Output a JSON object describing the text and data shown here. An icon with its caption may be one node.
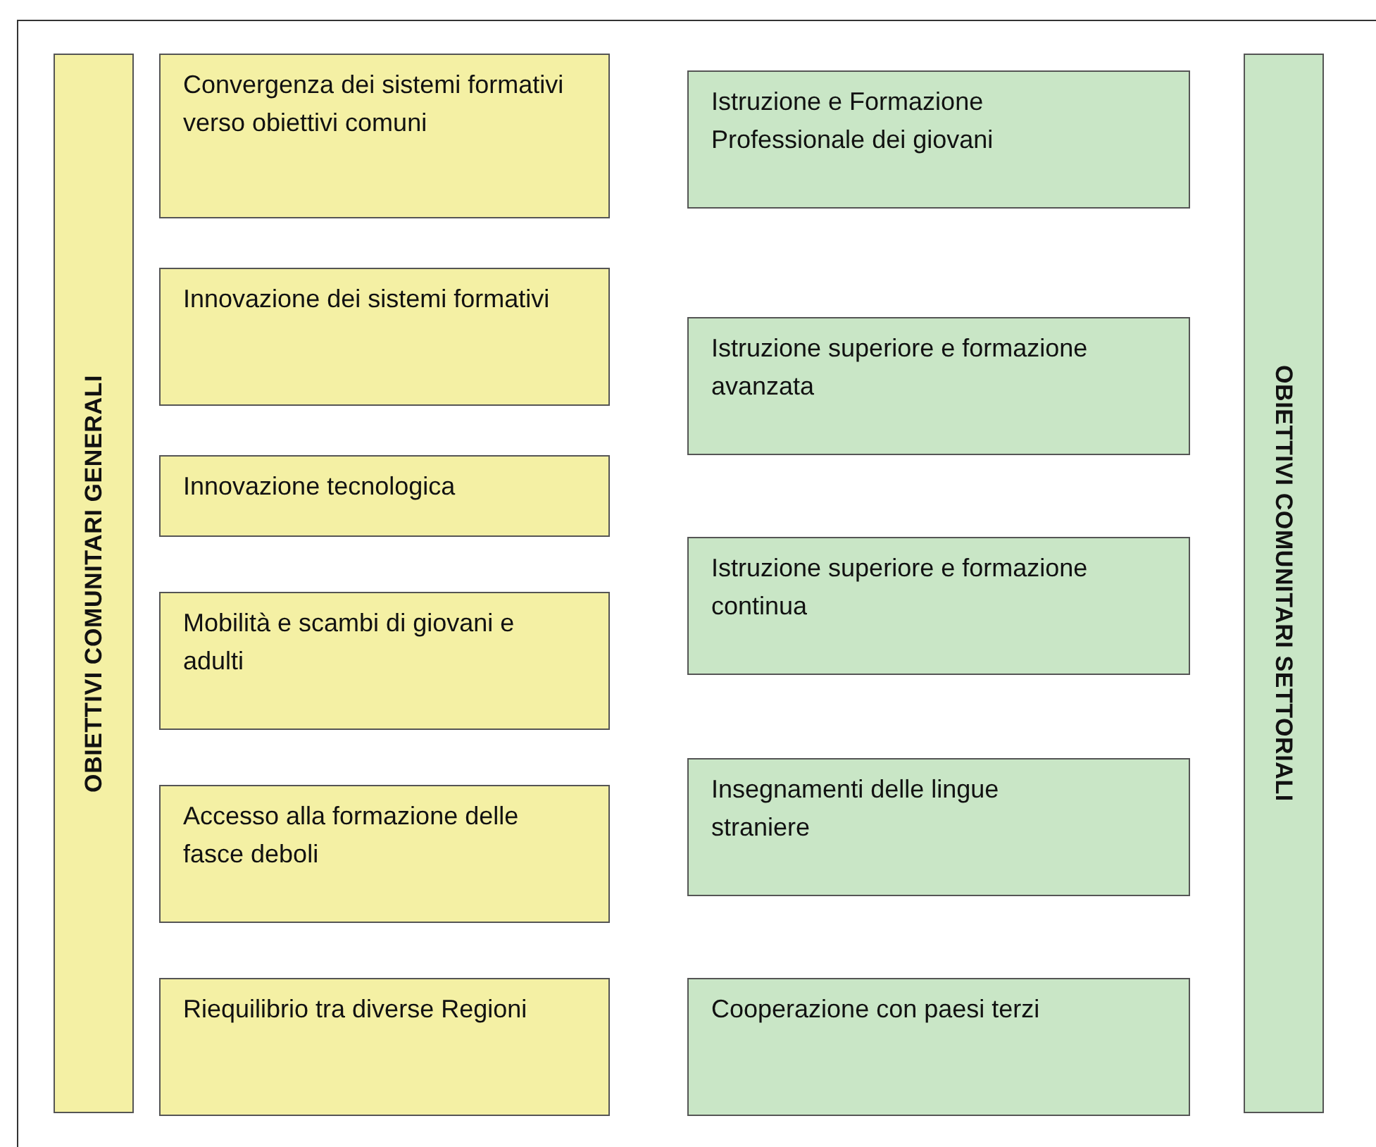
{
  "diagram": {
    "nodes": [
      {
        "text": [
          "OBIETTIVI COMUNITARI GENERALI"
        ]
      },
      {
        "text": [
          "Convergenza dei sistemi formativi verso obiettivi comuni"
        ]
      },
      {
        "text": [
          "Innovazione dei sistemi formativi"
        ]
      },
      {
        "text": [
          "Innovazione tecnologica"
        ]
      },
      {
        "text": [
          "Mobilità e scambi di giovani e adulti"
        ]
      },
      {
        "text": [
          "Accesso alla formazione delle fasce deboli"
        ]
      },
      {
        "text": [
          "Riequilibrio tra diverse Regioni"
        ]
      },
      {
        "text": [
          "Istruzione e Formazione Professionale dei giovani"
        ]
      },
      {
        "text": [
          "Istruzione superiore e formazione avanzata"
        ]
      },
      {
        "text": [
          "Istruzione superiore e formazione continua"
        ]
      },
      {
        "text": [
          "Insegnamenti delle lingue straniere"
        ]
      },
      {
        "text": [
          "Cooperazione con paesi terzi"
        ]
      },
      {
        "text": [
          "OBIETTIVI COMUNITARI SETTORIALI"
        ]
      }
    ]
  }
}
